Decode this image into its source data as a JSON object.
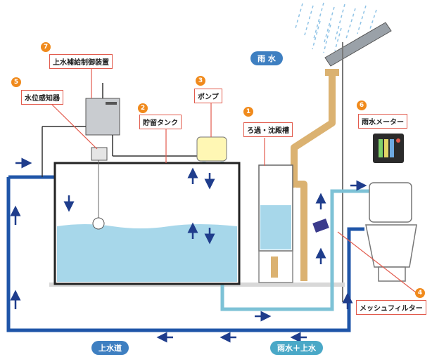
{
  "callouts": {
    "controller": {
      "num": "7",
      "label": "上水補給制御装置"
    },
    "level_sensor": {
      "num": "5",
      "label": "水位感知器"
    },
    "storage_tank": {
      "num": "2",
      "label": "貯留タンク"
    },
    "pump": {
      "num": "3",
      "label": "ポンプ"
    },
    "filter_tank": {
      "num": "1",
      "label": "ろ過・沈殿槽"
    },
    "rain_meter": {
      "num": "6",
      "label": "雨水メーター"
    },
    "mesh_filter": {
      "num": "4",
      "label": "メッシュフィルター"
    }
  },
  "tags": {
    "rain": "雨 水",
    "city_water": "上水道",
    "mixed_water": "雨水＋上水"
  },
  "colors": {
    "city_pipe": "#1f55a8",
    "mixed_pipe": "#7dc2d6",
    "rain_pipe": "#dbb271",
    "water": "#a7d7ea",
    "arrow": "#1f3d8c",
    "callout_border": "#e25b4d",
    "callout_number": "#f08a1c"
  }
}
